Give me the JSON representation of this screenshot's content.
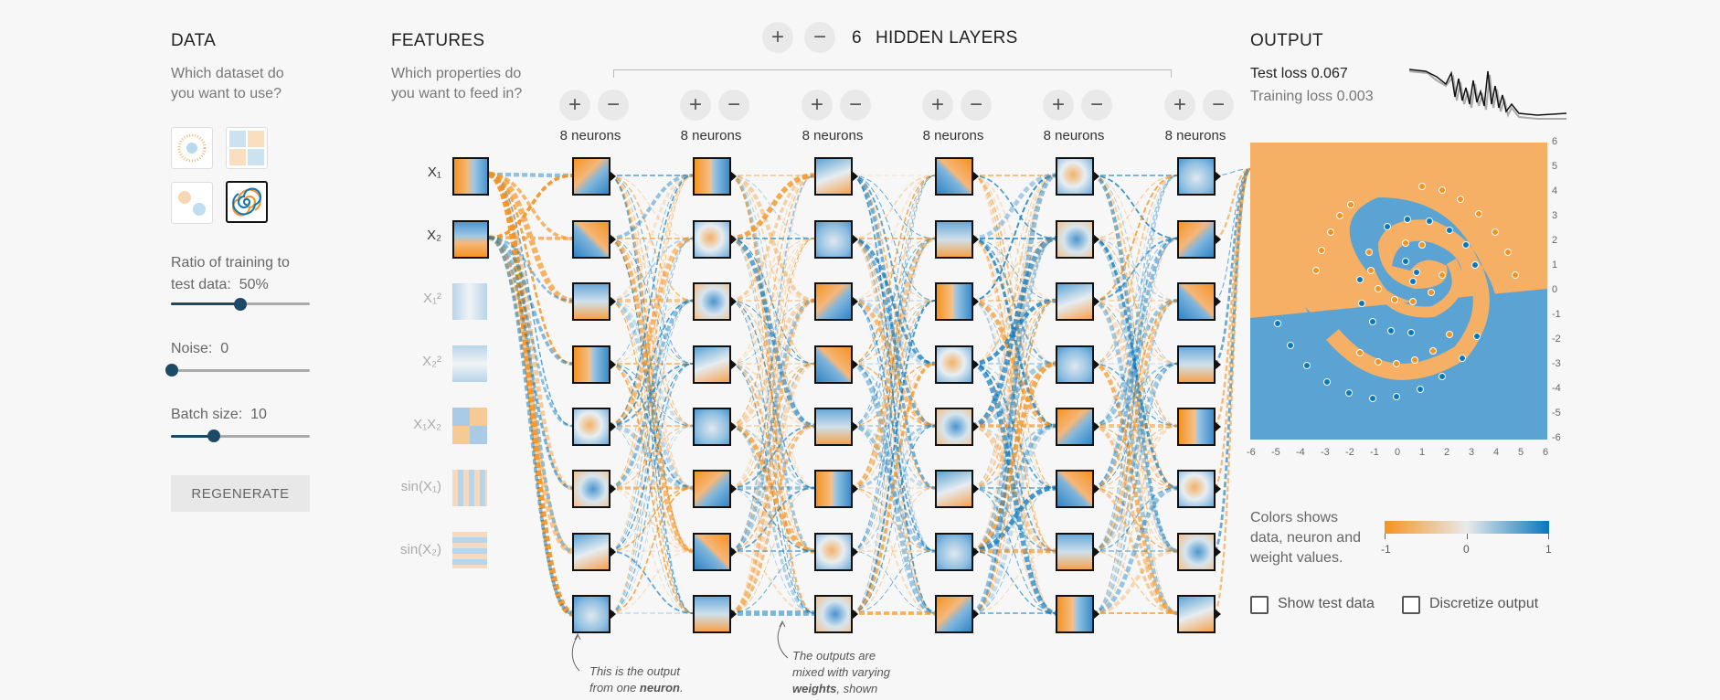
{
  "data_panel": {
    "title": "DATA",
    "question_line1": "Which dataset do",
    "question_line2": "you want to use?",
    "ratio_label_line1": "Ratio of training to",
    "ratio_label_line2": "test data:",
    "ratio_value": "50%",
    "ratio_fraction": 0.5,
    "noise_label": "Noise:",
    "noise_value": "0",
    "noise_fraction": 0.0,
    "batch_label": "Batch size:",
    "batch_value": "10",
    "batch_fraction": 0.3,
    "regenerate_label": "REGENERATE"
  },
  "features_panel": {
    "title": "FEATURES",
    "question_line1": "Which properties do",
    "question_line2": "you want to feed in?",
    "features": [
      {
        "label": "X₁",
        "active": true
      },
      {
        "label": "X₂",
        "active": true
      },
      {
        "label": "X₁²",
        "active": false
      },
      {
        "label": "X₂²",
        "active": false
      },
      {
        "label": "X₁X₂",
        "active": false
      },
      {
        "label": "sin(X₁)",
        "active": false
      },
      {
        "label": "sin(X₂)",
        "active": false
      }
    ]
  },
  "network": {
    "layer_count": "6",
    "hidden_layers_label": "HIDDEN LAYERS",
    "add_layer_icon": "plus-icon",
    "remove_layer_icon": "minus-icon",
    "neurons_label": "8 neurons",
    "layers": 6,
    "neurons_per_layer": 8,
    "note1_line1": "This is the output",
    "note1_line2_prefix": "from one ",
    "note1_line2_bold": "neuron",
    "note1_line2_suffix": ".",
    "note2_line1": "The outputs are",
    "note2_line2": "mixed with varying",
    "note2_line3_bold": "weights",
    "note2_line3_suffix": ", shown"
  },
  "output_panel": {
    "title": "OUTPUT",
    "test_loss_label": "Test loss",
    "test_loss_value": "0.067",
    "training_loss_label": "Training loss",
    "training_loss_value": "0.003",
    "y_ticks": [
      "6",
      "5",
      "4",
      "3",
      "2",
      "1",
      "0",
      "-1",
      "-2",
      "-3",
      "-4",
      "-5",
      "-6"
    ],
    "x_ticks": [
      "-6",
      "-5",
      "-4",
      "-3",
      "-2",
      "-1",
      "0",
      "1",
      "2",
      "3",
      "4",
      "5",
      "6"
    ],
    "legend_text_line1": "Colors shows",
    "legend_text_line2": "data, neuron and",
    "legend_text_line3": "weight values.",
    "legend_ticks": [
      "-1",
      "0",
      "1"
    ],
    "show_test_label": "Show test data",
    "show_test_checked": false,
    "discretize_label": "Discretize output",
    "discretize_checked": false
  },
  "colors": {
    "orange": "#f59322",
    "blue": "#0877bd",
    "accent": "#1c4a66"
  }
}
